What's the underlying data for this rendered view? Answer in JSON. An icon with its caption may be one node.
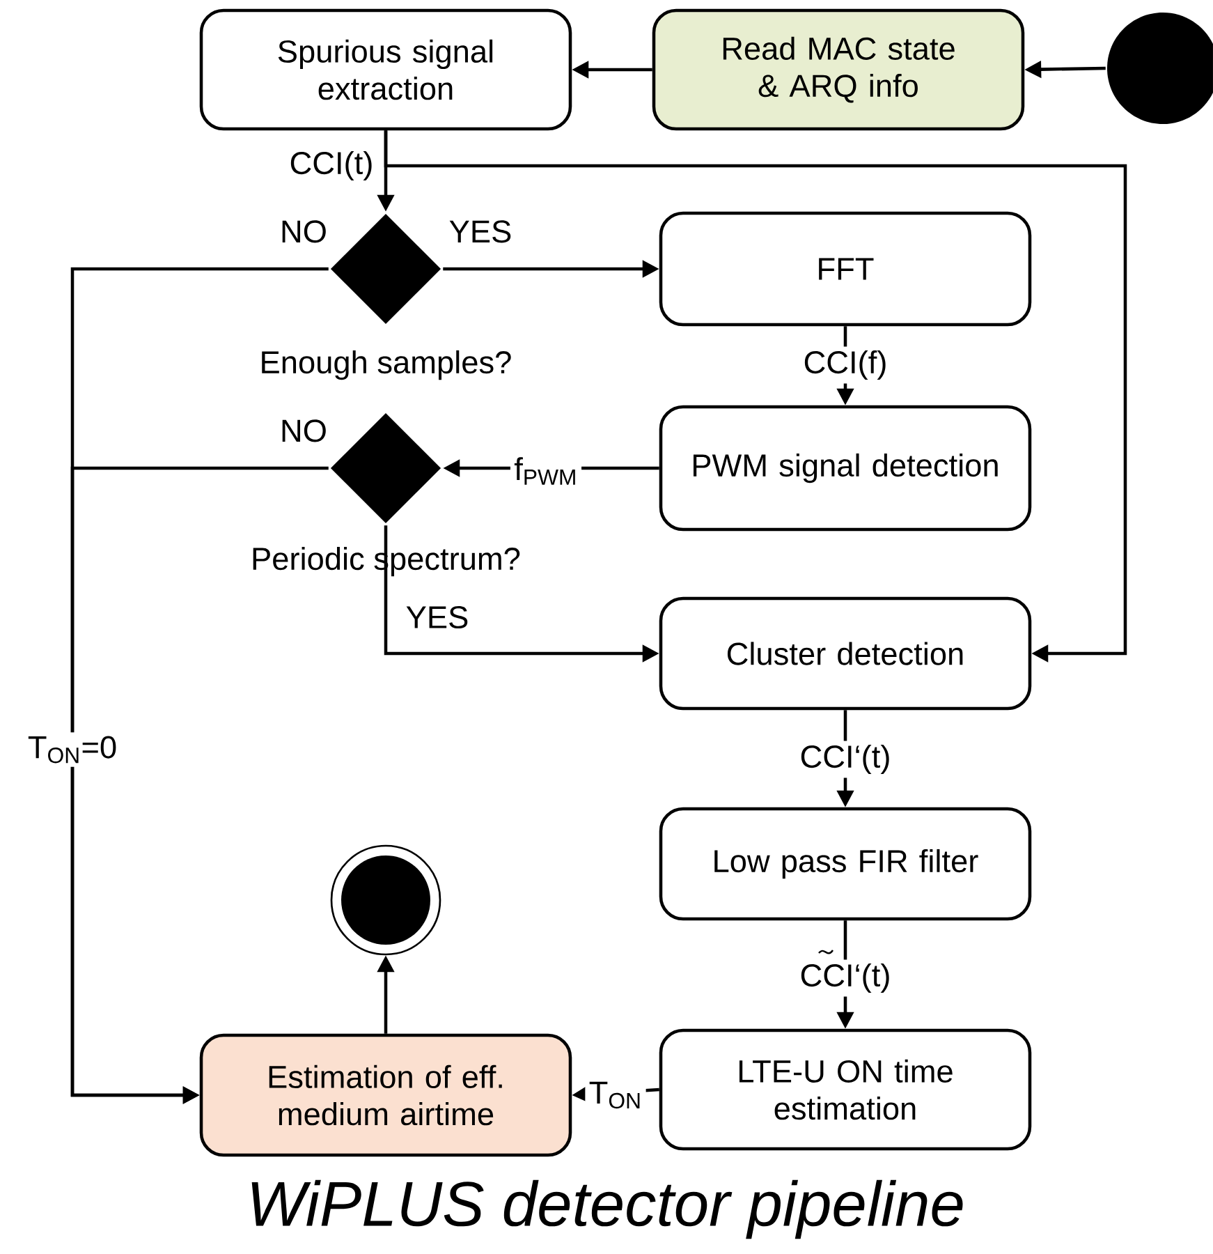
{
  "diagram": {
    "caption": "WiPLUS detector pipeline",
    "nodes": [
      {
        "text": [],
        "shape": "circle"
      },
      {
        "text": [
          "Read MAC state & ARQ info"
        ]
      },
      {
        "text": [
          "Spurious signal extraction"
        ]
      },
      {
        "text": [],
        "shape": "diamond",
        "beside": [
          "Enough samples?"
        ]
      },
      {
        "text": [
          "FFT"
        ]
      },
      {
        "text": [
          "PWM signal detection"
        ]
      },
      {
        "text": [],
        "shape": "diamond",
        "beside": [
          "Periodic spectrum?"
        ]
      },
      {
        "text": [
          "Cluster detection"
        ]
      },
      {
        "text": [
          "Low pass FIR filter"
        ]
      },
      {
        "text": [
          "LTE-U ON time estimation"
        ]
      },
      {
        "text": [
          "Estimation of eff. medium airtime"
        ]
      },
      {
        "text": [],
        "shape": "circle"
      }
    ],
    "edges": [
      {
        "from": 0,
        "to": 1,
        "arrow": "to"
      },
      {
        "from": 1,
        "to": 2,
        "arrow": "to"
      },
      {
        "from": 2,
        "to": 3,
        "arrow": "to",
        "label": "CCI(t)"
      },
      {
        "from": 2,
        "to": 7,
        "arrow": "to"
      },
      {
        "from": 3,
        "to": 4,
        "arrow": "to",
        "label": "YES"
      },
      {
        "from": 3,
        "to": 10,
        "arrow": "to",
        "label": "NO"
      },
      {
        "from": 4,
        "to": 5,
        "arrow": "to",
        "label": "CCI(f)"
      },
      {
        "from": 5,
        "to": 6,
        "arrow": "to",
        "label": "f$_{PWM}$"
      },
      {
        "from": 6,
        "to": 10,
        "arrow": "to",
        "label": "NO"
      },
      {
        "from": 6,
        "to": 7,
        "arrow": "to",
        "label": "YES"
      },
      {
        "from": 7,
        "to": 8,
        "arrow": "to",
        "label": "CCI‘(t)"
      },
      {
        "from": 8,
        "to": 9,
        "arrow": "to",
        "label": "CCI‘(t)"
      },
      {
        "from": 9,
        "to": 10,
        "arrow": "to",
        "label": "T$_{ON}$"
      },
      {
        "from": 10,
        "to": 11,
        "arrow": "to"
      }
    ],
    "labels": [
      "T$_{ON}$=0"
    ]
  }
}
